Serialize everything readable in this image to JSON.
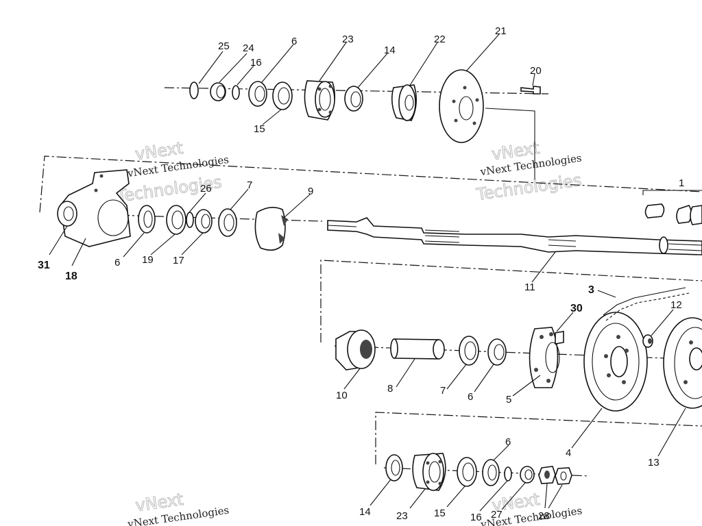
{
  "watermark": {
    "small": "vNext Technologies",
    "big_top": "vNext",
    "big_bottom": "Technologies"
  },
  "callouts": {
    "top": [
      "25",
      "24",
      "16",
      "6",
      "23",
      "14",
      "22",
      "21",
      "20",
      "15"
    ],
    "mid": [
      "26",
      "7",
      "9",
      "1",
      "31",
      "18",
      "6",
      "19",
      "17",
      "11"
    ],
    "lower": [
      "3",
      "30",
      "12",
      "10",
      "8",
      "7",
      "6",
      "5",
      "4",
      "13"
    ],
    "bottom": [
      "6",
      "14",
      "23",
      "15",
      "16",
      "27",
      "28"
    ]
  }
}
